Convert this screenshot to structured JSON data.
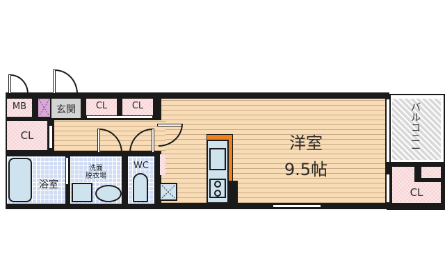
{
  "floorplan": {
    "rooms": {
      "mb": {
        "label": "MB"
      },
      "genkan": {
        "label": "玄関"
      },
      "cl_hall_1": {
        "label": "CL"
      },
      "cl_hall_2": {
        "label": "CL"
      },
      "cl_left": {
        "label": "CL"
      },
      "bath": {
        "label": "浴室"
      },
      "washroom": {
        "label_line1": "洗面",
        "label_line2": "脱衣場"
      },
      "wc": {
        "label": "WC"
      },
      "western_room": {
        "label": "洋室",
        "size": "9.5帖"
      },
      "balcony": {
        "label_chars": [
          "バ",
          "ル",
          "コ",
          "ニ",
          "ー"
        ]
      },
      "cl_right": {
        "label": "CL"
      }
    },
    "colors": {
      "wall": "#1a1a1a",
      "closet": "#f6d5d8",
      "floor_wood": "#f7dcb5",
      "tile": "#cfdcf4",
      "genkan": "#d4d4d4",
      "pipe_space": "#d9a8d8",
      "kitchen_accent": "#f07f1e",
      "fixture": "#cfe3ef"
    }
  }
}
